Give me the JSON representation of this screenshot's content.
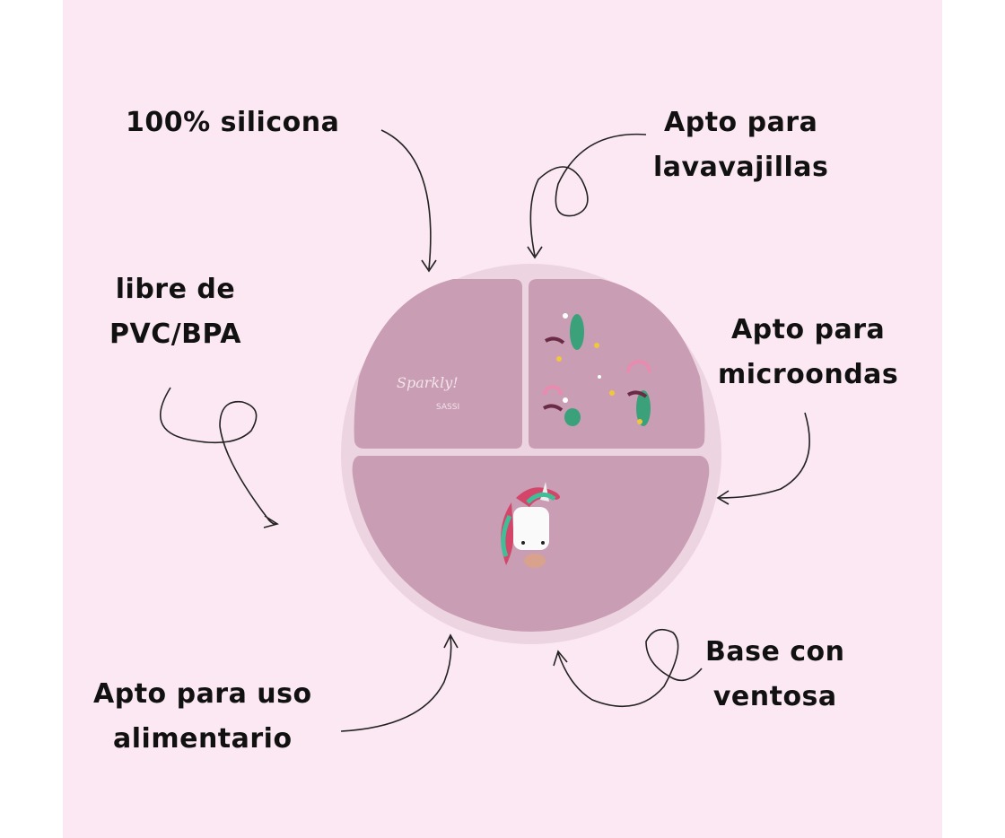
{
  "features": {
    "silicone": {
      "line1": "100% silicona"
    },
    "dishwasher": {
      "line1": "Apto para",
      "line2": "lavavajillas"
    },
    "pvc_free": {
      "line1": "libre de",
      "line2": "PVC/BPA"
    },
    "microwave": {
      "line1": "Apto para",
      "line2": "microondas"
    },
    "suction": {
      "line1": "Base con",
      "line2": "ventosa"
    },
    "food_grade": {
      "line1": "Apto para uso",
      "line2": "alimentario"
    }
  },
  "plate": {
    "brand": "SASSI",
    "script": "Sparkly!"
  },
  "colors": {
    "background": "#fce8f2",
    "plate_rim": "#ecd4e0",
    "plate_compartment": "#c99db4",
    "text": "#111111"
  }
}
